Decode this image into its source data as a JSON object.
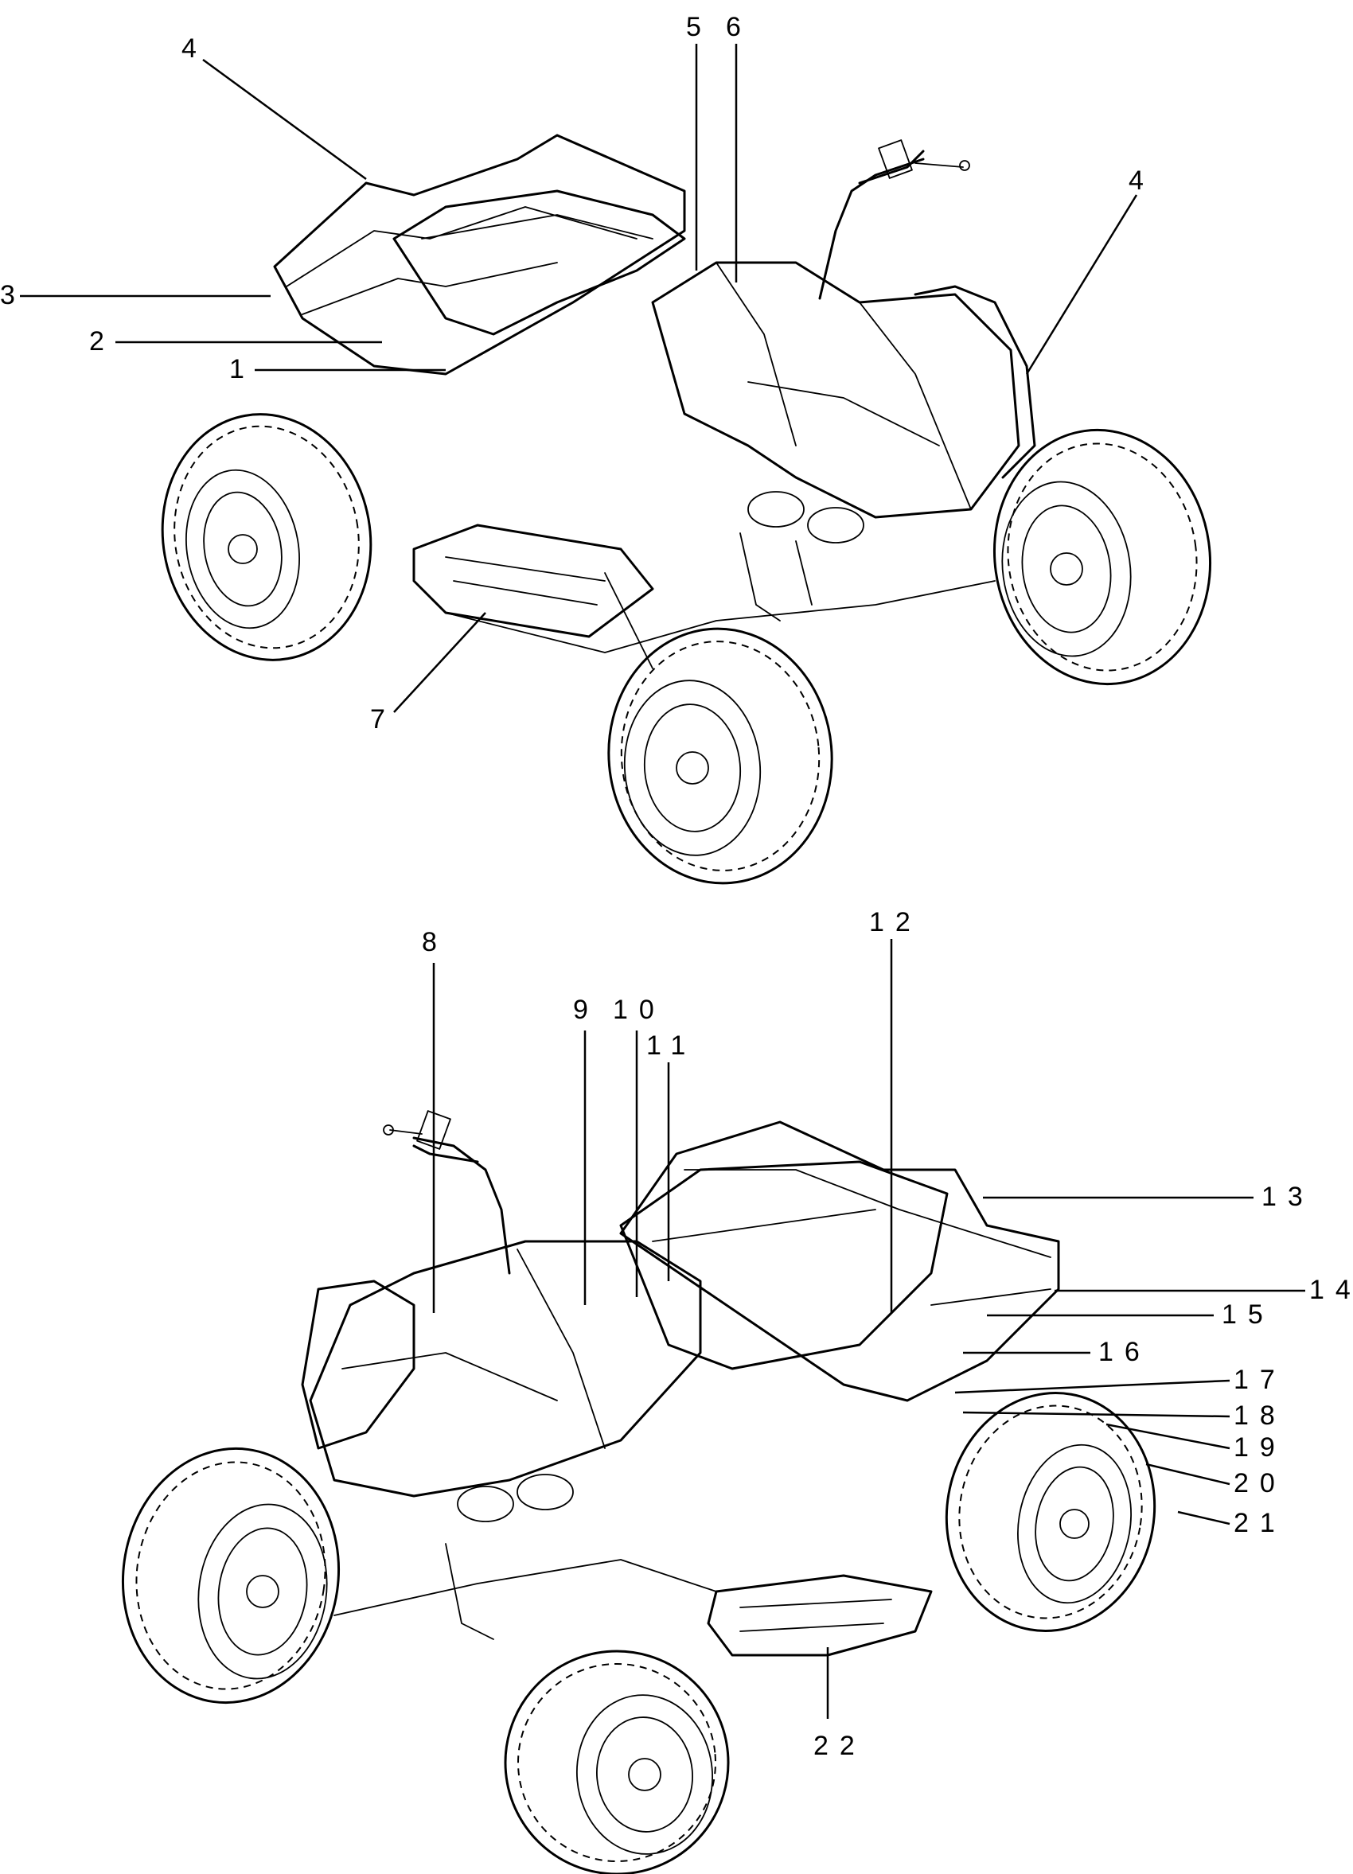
{
  "figure": {
    "top_view_callouts": [
      "1",
      "2",
      "3",
      "4",
      "4",
      "5",
      "6",
      "7"
    ],
    "bottom_view_callouts": [
      "8",
      "9",
      "10",
      "11",
      "12",
      "13",
      "14",
      "15",
      "16",
      "17",
      "18",
      "19",
      "20",
      "21",
      "22"
    ]
  }
}
